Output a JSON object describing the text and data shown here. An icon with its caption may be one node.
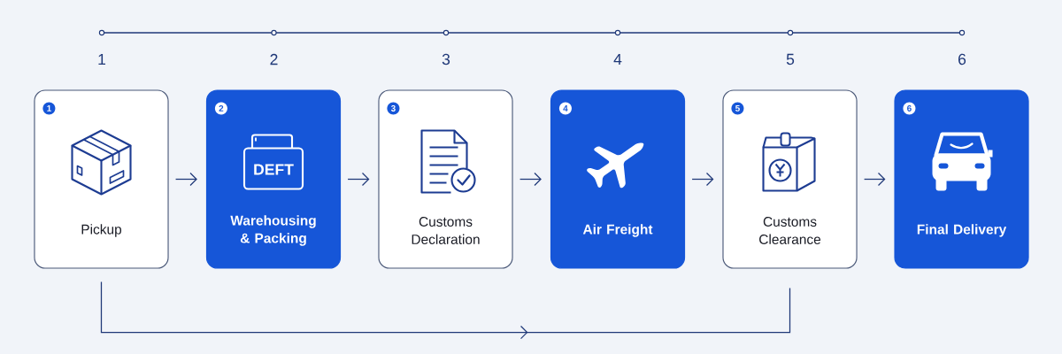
{
  "diagram": {
    "nodes": [
      {
        "text": [
          "Pickup"
        ]
      },
      {
        "text": [
          "1"
        ],
        "in": 0
      },
      {
        "text": [
          "Warehousing & Packing"
        ]
      },
      {
        "text": [
          "2"
        ],
        "in": 2
      },
      {
        "text": [
          "Customs Declaration"
        ]
      },
      {
        "text": [
          "3"
        ],
        "in": 4
      },
      {
        "text": [
          "Air Freight"
        ]
      },
      {
        "text": [
          "4"
        ],
        "in": 6
      },
      {
        "text": [
          "Customs Clearance"
        ]
      },
      {
        "text": [
          "5"
        ],
        "in": 8
      },
      {
        "text": [
          "Final Delivery"
        ]
      },
      {
        "text": [
          "6"
        ],
        "in": 10
      }
    ],
    "edges": [
      {
        "from": 0,
        "to": 2,
        "arrow": "to"
      },
      {
        "from": 2,
        "to": 4,
        "arrow": "to"
      },
      {
        "from": 4,
        "to": 6,
        "arrow": "to"
      },
      {
        "from": 6,
        "to": 8,
        "arrow": "to"
      },
      {
        "from": 8,
        "to": 10,
        "arrow": "to"
      },
      {
        "from": 0,
        "to": 8,
        "arrow": "to"
      }
    ],
    "labels": [
      "1",
      "2",
      "3",
      "4",
      "5",
      "6",
      "DEFT"
    ]
  }
}
